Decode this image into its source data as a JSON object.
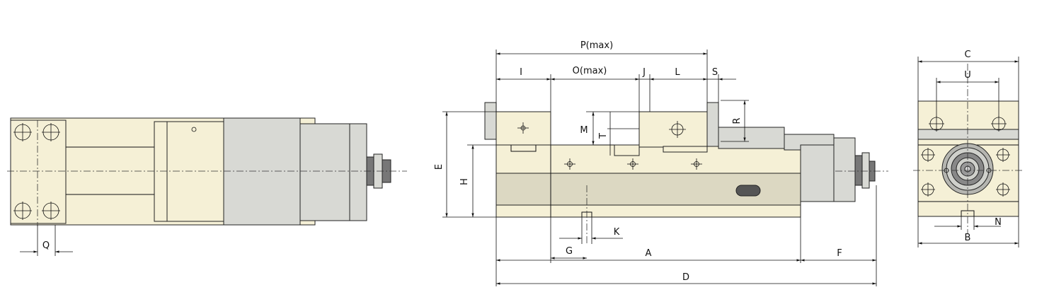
{
  "labels": {
    "P": "P(max)",
    "O": "O(max)",
    "I": "I",
    "J": "J",
    "L": "L",
    "S": "S",
    "R": "R",
    "M": "M",
    "T": "T",
    "E": "E",
    "H": "H",
    "K": "K",
    "G": "G",
    "A": "A",
    "F": "F",
    "D": "D",
    "Q": "Q",
    "C": "C",
    "U": "U",
    "B": "B",
    "N": "N"
  }
}
